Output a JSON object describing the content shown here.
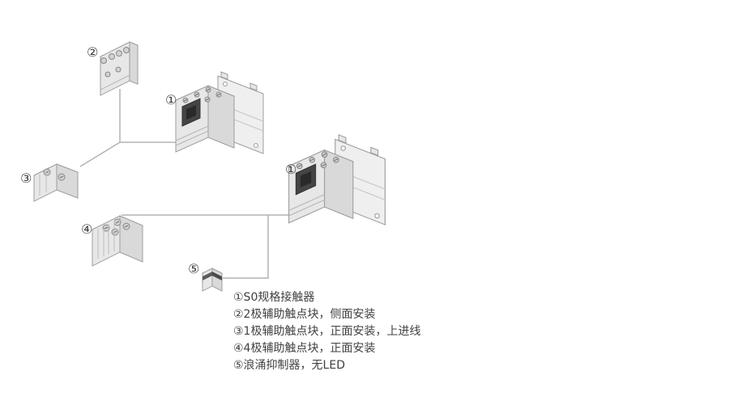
{
  "palette": {
    "background": "#ffffff",
    "connector_line": "#b3b3b3",
    "part_fill_light": "#efefef",
    "part_fill_mid": "#e7e7e7",
    "part_fill_dark": "#d9d9d9",
    "part_stroke": "#9e9e9e",
    "coil_window": "#454545",
    "text": "#404040"
  },
  "callouts": [
    {
      "id": "callout-2",
      "label": "②"
    },
    {
      "id": "callout-1a",
      "label": "①"
    },
    {
      "id": "callout-3",
      "label": "③"
    },
    {
      "id": "callout-1b",
      "label": "①"
    },
    {
      "id": "callout-4",
      "label": "④"
    },
    {
      "id": "callout-5",
      "label": "⑤"
    }
  ],
  "legend": {
    "items": [
      "①S0规格接触器",
      "②2极辅助触点块，侧面安装",
      "③1极辅助触点块，正面安装，上进线",
      "④4极辅助触点块，正面安装",
      "⑤浪涌抑制器，无LED"
    ]
  }
}
